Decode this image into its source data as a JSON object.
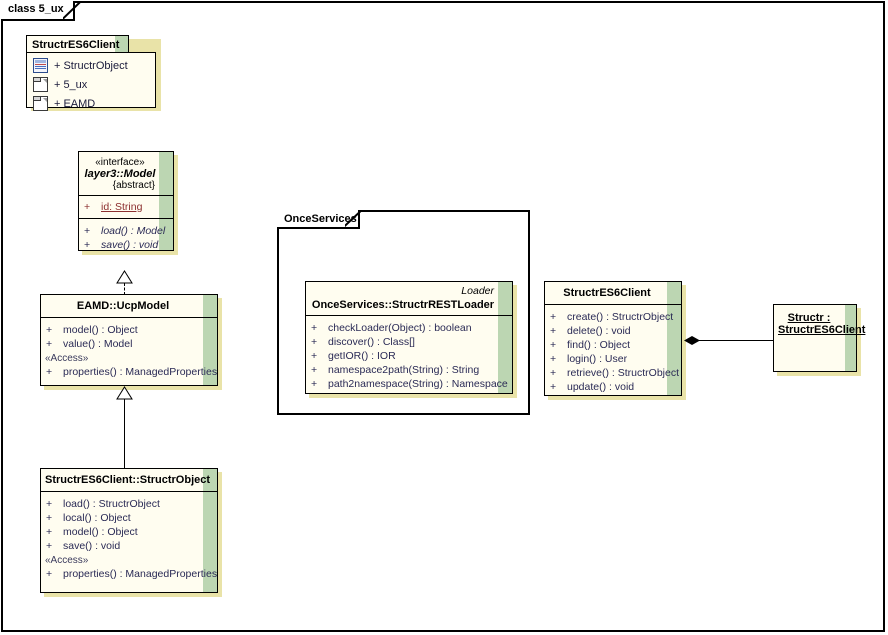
{
  "diagram": {
    "frame_label": "class 5_ux",
    "type": "uml-class-diagram"
  },
  "package_browser": {
    "title": "StructrES6Client",
    "items": [
      {
        "icon": "class-icon",
        "visibility": "+",
        "label": "StructrObject"
      },
      {
        "icon": "package-icon",
        "visibility": "+",
        "label": "5_ux"
      },
      {
        "icon": "package-icon",
        "visibility": "+",
        "label": "EAMD"
      }
    ]
  },
  "interface_model": {
    "stereotype": "«interface»",
    "name": "layer3::Model",
    "abstract_tag": "{abstract}",
    "attributes": [
      {
        "visibility": "+",
        "text": "id:  String"
      }
    ],
    "operations": [
      {
        "visibility": "+",
        "text": "load() : Model"
      },
      {
        "visibility": "+",
        "text": "save() : void"
      }
    ]
  },
  "ucp_model": {
    "name": "EAMD::UcpModel",
    "operations": [
      {
        "visibility": "+",
        "text": "model() : Object"
      },
      {
        "visibility": "+",
        "text": "value() : Model"
      }
    ],
    "access_stereotype": "«Access»",
    "access_operations": [
      {
        "visibility": "+",
        "text": "properties() : ManagedProperties"
      }
    ]
  },
  "structr_object": {
    "name": "StructrES6Client::StructrObject",
    "operations": [
      {
        "visibility": "+",
        "text": "load() : StructrObject"
      },
      {
        "visibility": "+",
        "text": "local() : Object"
      },
      {
        "visibility": "+",
        "text": "model() : Object"
      },
      {
        "visibility": "+",
        "text": "save() : void"
      }
    ],
    "access_stereotype": "«Access»",
    "access_operations": [
      {
        "visibility": "+",
        "text": "properties() : ManagedProperties"
      }
    ]
  },
  "once_services_package": {
    "title": "OnceServices"
  },
  "rest_loader": {
    "stereotype": "Loader",
    "name": "OnceServices::StructrRESTLoader",
    "operations": [
      {
        "visibility": "+",
        "text": "checkLoader(Object) : boolean"
      },
      {
        "visibility": "+",
        "text": "discover() : Class[]"
      },
      {
        "visibility": "+",
        "text": "getIOR() : IOR"
      },
      {
        "visibility": "+",
        "text": "namespace2path(String) : String"
      },
      {
        "visibility": "+",
        "text": "path2namespace(String) : Namespace"
      }
    ]
  },
  "es6_client_class": {
    "name": "StructrES6Client",
    "operations": [
      {
        "visibility": "+",
        "text": "create() : StructrObject"
      },
      {
        "visibility": "+",
        "text": "delete() : void"
      },
      {
        "visibility": "+",
        "text": "find() : Object"
      },
      {
        "visibility": "+",
        "text": "login() : User"
      },
      {
        "visibility": "+",
        "text": "retrieve() : StructrObject"
      },
      {
        "visibility": "+",
        "text": "update() : void"
      }
    ]
  },
  "structr_instance": {
    "line1": "Structr :",
    "line2": "StructrES6Client"
  },
  "connectors": [
    {
      "name": "realization-ucpmodel-to-model",
      "kind": "realization-dashed-hollow-triangle"
    },
    {
      "name": "generalization-structrobject-to-ucpmodel",
      "kind": "generalization-solid-hollow-triangle"
    },
    {
      "name": "composition-es6client-to-structr",
      "kind": "composition-filled-diamond"
    }
  ],
  "colors": {
    "box_fill": "#fffdf0",
    "green_bar": "#bcd6b2",
    "shadow": "#e9e3a8",
    "member_text": "#2a2a55",
    "static_attr": "#8c2f2f",
    "outline": "#000000"
  }
}
